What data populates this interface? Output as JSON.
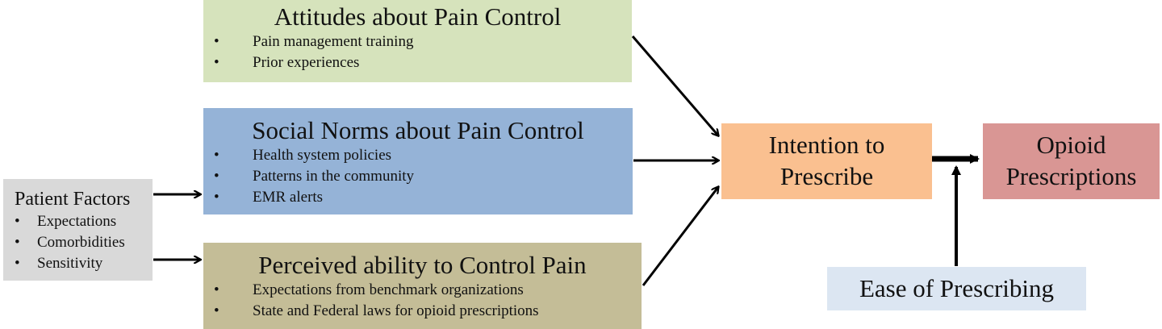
{
  "attitudes": {
    "title": "Attitudes about Pain Control",
    "bullets": [
      "Pain management training",
      "Prior experiences"
    ]
  },
  "social_norms": {
    "title": "Social Norms about Pain Control",
    "bullets": [
      "Health system policies",
      "Patterns in the community",
      "EMR alerts"
    ]
  },
  "perceived_ability": {
    "title": "Perceived ability to Control Pain",
    "bullets": [
      "Expectations from benchmark organizations",
      "State and Federal laws for opioid prescriptions"
    ]
  },
  "patient_factors": {
    "title": "Patient Factors",
    "bullets": [
      "Expectations",
      "Comorbidities",
      "Sensitivity"
    ]
  },
  "intention": {
    "label": "Intention to\nPrescribe"
  },
  "opioid": {
    "label": "Opioid\nPrescriptions"
  },
  "ease": {
    "label": "Ease of Prescribing"
  },
  "colors": {
    "attitudes": "#d6e3bc",
    "social_norms": "#95b3d7",
    "perceived_ability": "#c4bd97",
    "patient_factors": "#d9d9d9",
    "intention": "#fac090",
    "opioid": "#d99694",
    "ease": "#dce6f2",
    "arrow": "#000000"
  }
}
